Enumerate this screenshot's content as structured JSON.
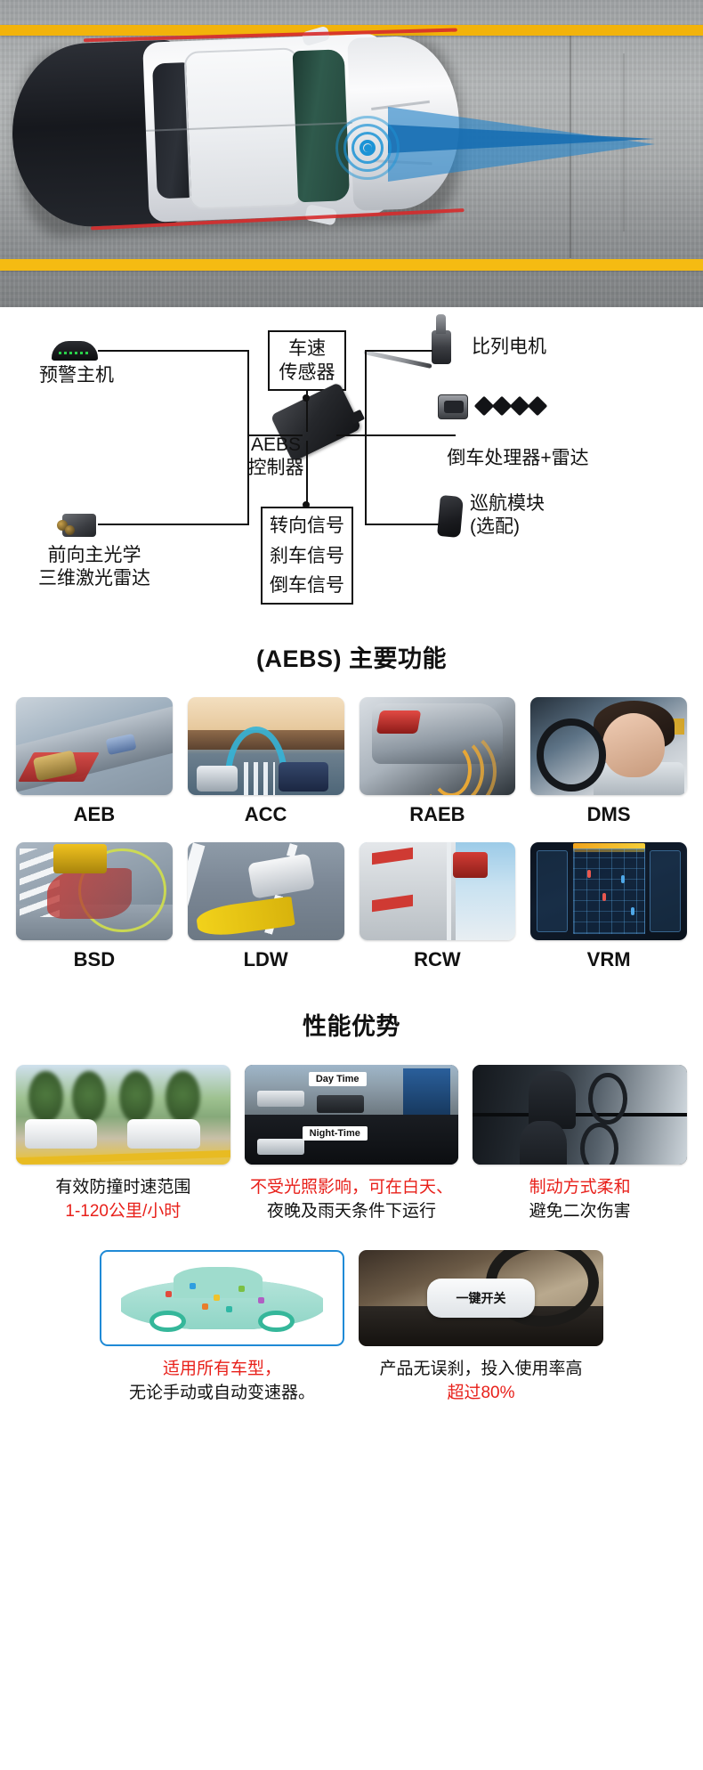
{
  "hero": {
    "alt": "top-down view of white sedan on asphalt road with yellow lane lines and blue radar beam projected forward"
  },
  "diagram": {
    "nodes": {
      "warning_host": "预警主机",
      "speed_sensor": "车速\n传感器",
      "proportional_motor": "比列电机",
      "aebs_controller": "AEBS\n控制器",
      "reverse_processor_radar": "倒车处理器+雷达",
      "cruise_module": "巡航模块\n(选配)",
      "front_lidar": "前向主光学\n三维激光雷达",
      "signals": "转向信号\n刹车信号\n倒车信号"
    },
    "signal_lines": [
      "转向信号",
      "刹车信号",
      "倒车信号"
    ],
    "aebs_lines": [
      "AEBS",
      "控制器"
    ],
    "speed_lines": [
      "车速",
      "传感器"
    ],
    "cruise_lines": [
      "巡航模块",
      "(选配)"
    ],
    "lidar_lines": [
      "前向主光学",
      "三维激光雷达"
    ]
  },
  "functions_section": {
    "title": "(AEBS) 主要功能",
    "items": [
      {
        "label": "AEB",
        "thumb": "highway-collision-avoidance-thumb"
      },
      {
        "label": "ACC",
        "thumb": "adaptive-cruise-bridge-thumb"
      },
      {
        "label": "RAEB",
        "thumb": "rear-bumper-sensor-waves-thumb"
      },
      {
        "label": "DMS",
        "thumb": "drowsy-driver-thumb"
      },
      {
        "label": "BSD",
        "thumb": "blind-spot-zone-thumb"
      },
      {
        "label": "LDW",
        "thumb": "lane-departure-arrow-thumb"
      },
      {
        "label": "RCW",
        "thumb": "rear-collision-barrier-thumb"
      },
      {
        "label": "VRM",
        "thumb": "vehicle-remote-monitor-thumb"
      }
    ]
  },
  "performance_section": {
    "title": "性能优势",
    "cards": [
      {
        "image": "two-white-cars-motion-blur",
        "caption_lines": [
          {
            "text": "有效防撞时速范围",
            "highlight": false
          },
          {
            "text": "1-120公里/小时",
            "highlight": true
          }
        ]
      },
      {
        "image": "day-night-traffic-split",
        "overlay_tags": [
          "Day Time",
          "Night-Time"
        ],
        "caption_lines": [
          {
            "text": "不受光照影响，可在白天、",
            "highlight": true
          },
          {
            "text": "夜晚及雨天条件下运行",
            "highlight": false
          }
        ]
      },
      {
        "image": "driver-cabin-two-views",
        "caption_lines": [
          {
            "text": "制动方式柔和",
            "highlight": true
          },
          {
            "text": "避免二次伤害",
            "highlight": false
          }
        ]
      }
    ],
    "bottom_cards": [
      {
        "image": "colorful-car-silhouette-framed",
        "caption_lines": [
          {
            "text": "适用所有车型，",
            "highlight": true
          },
          {
            "text": "无论手动或自动变速器。",
            "highlight": false
          }
        ]
      },
      {
        "image": "steering-wheel-one-key-switch",
        "overlay_label": "一键开关",
        "caption_lines": [
          {
            "text": "产品无误刹，投入使用率高",
            "highlight": false
          },
          {
            "text": "超过80%",
            "highlight": true
          }
        ]
      }
    ]
  },
  "colors": {
    "highlight_red": "#e8201a",
    "accent_blue": "#1f8ad6",
    "lane_yellow": "#f2b30b",
    "radar_blue": "#1b93d6"
  }
}
